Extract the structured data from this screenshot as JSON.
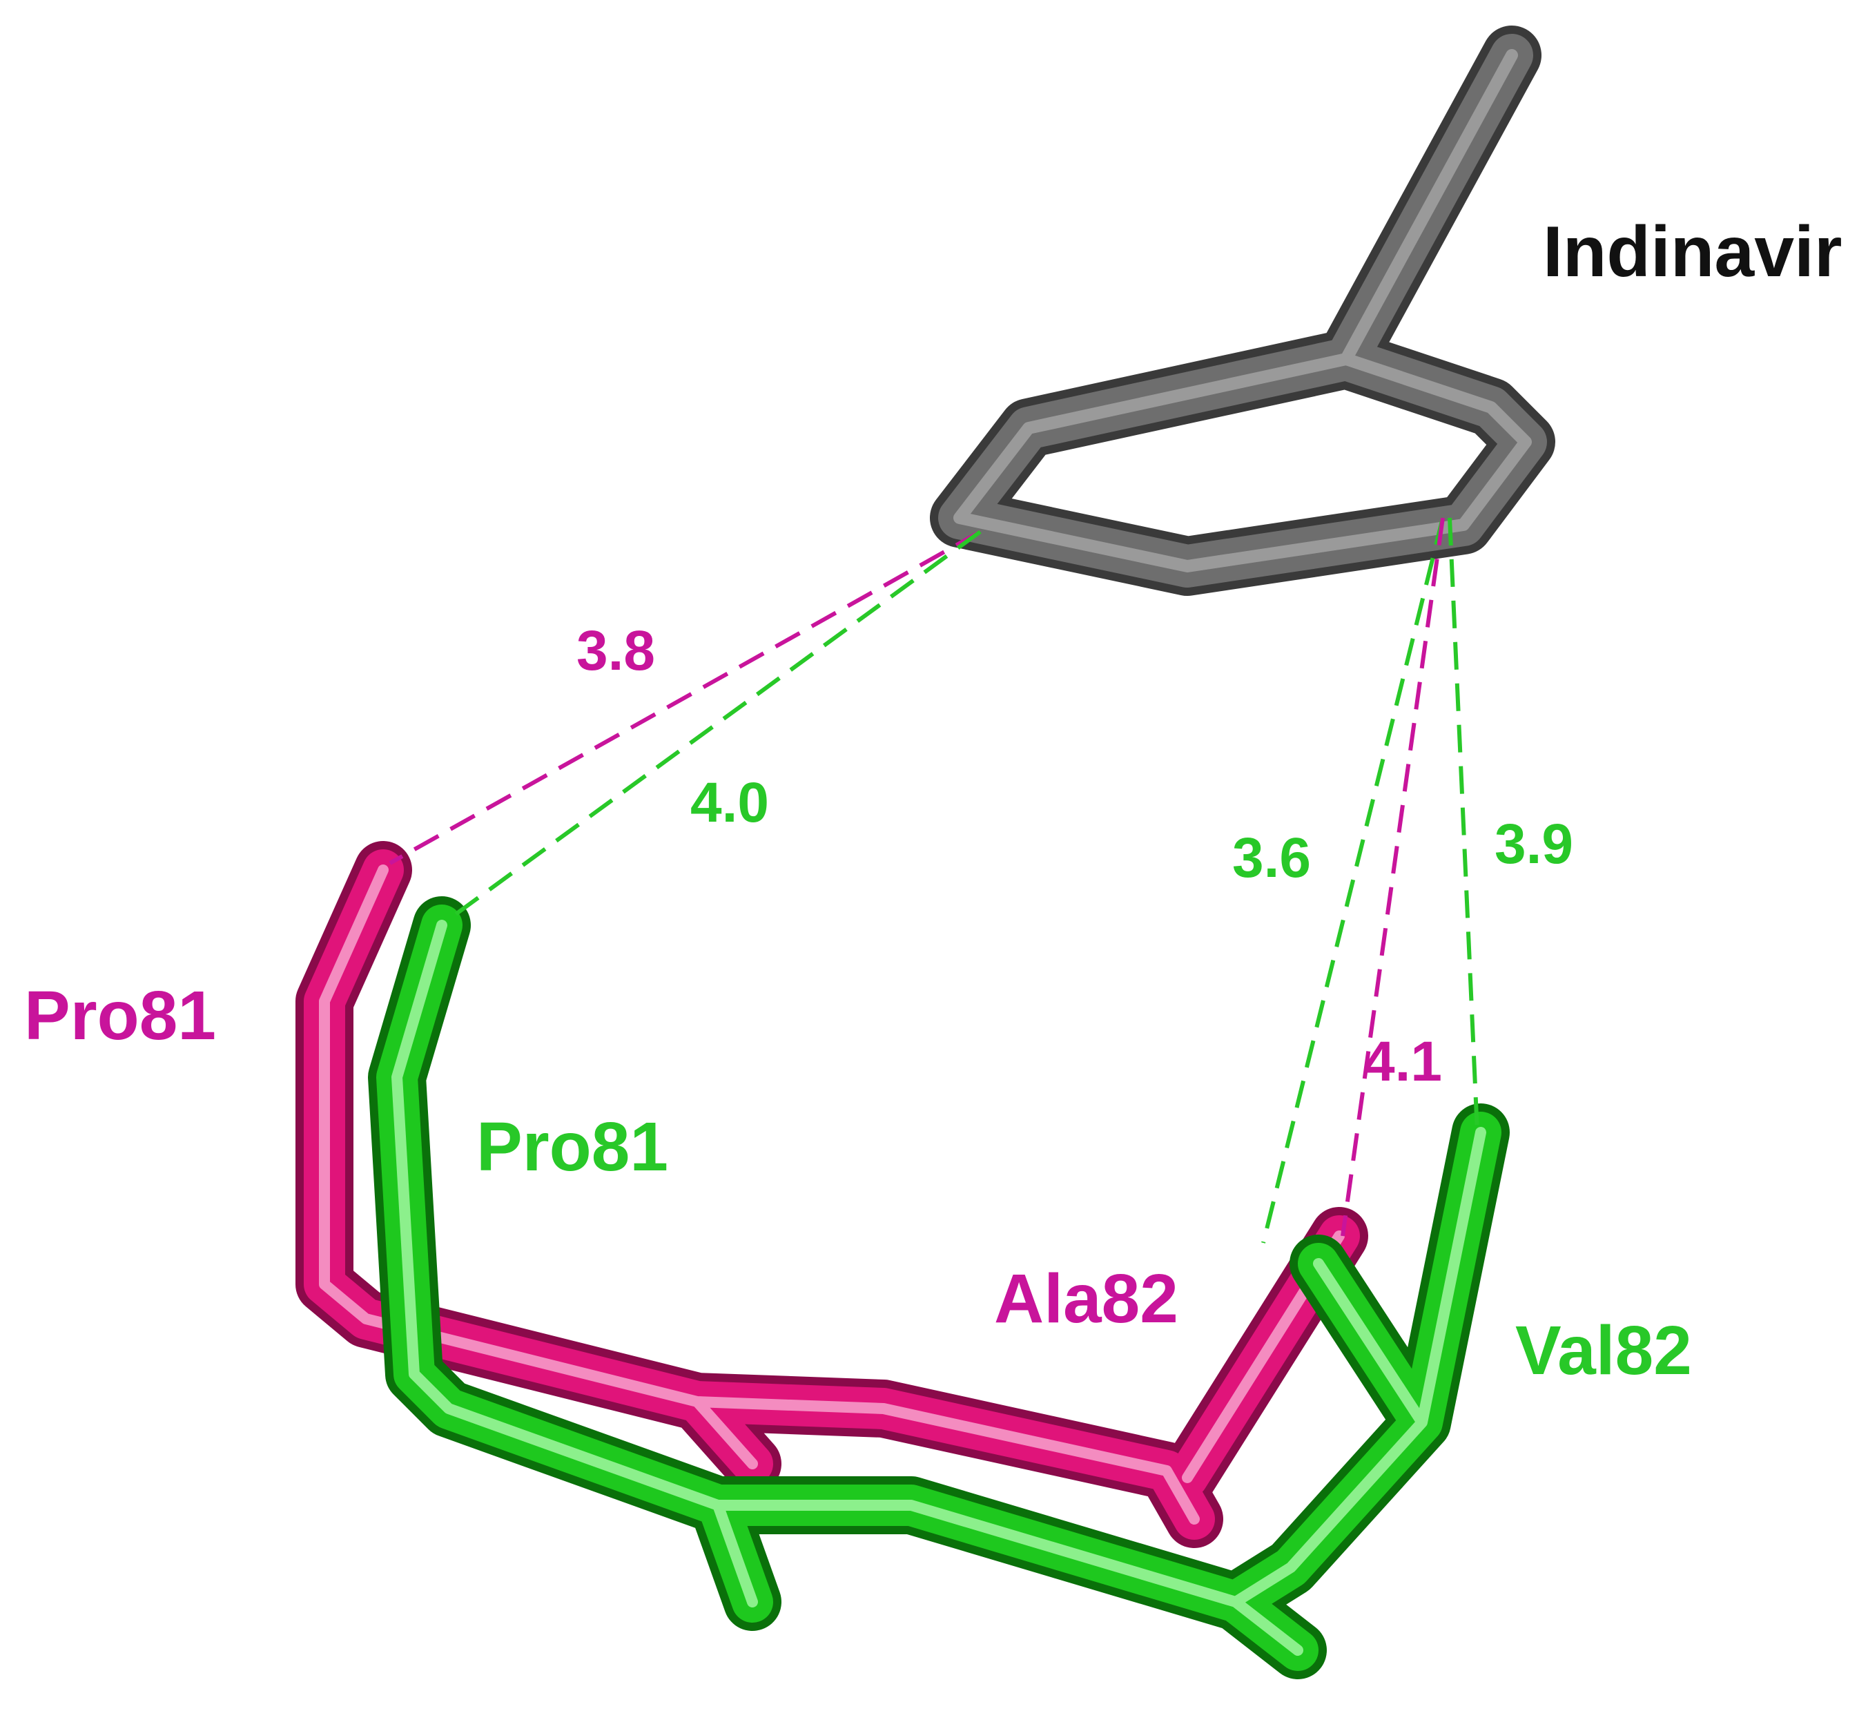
{
  "colors": {
    "ligand": "#6e6e6e",
    "mutant": "#e0147a",
    "wildtype": "#1ec81e",
    "mutant_text": "#c8149b",
    "wildtype_text": "#28c828",
    "ligand_text": "#111111"
  },
  "labels": {
    "ligand": "Indinavir",
    "pro81_mutant": "Pro81",
    "pro81_wildtype": "Pro81",
    "ala82": "Ala82",
    "val82": "Val82"
  },
  "distances": {
    "pro81_mutant": "3.8",
    "pro81_wildtype": "4.0",
    "ala82": "4.1",
    "val82_a": "3.6",
    "val82_b": "3.9"
  }
}
